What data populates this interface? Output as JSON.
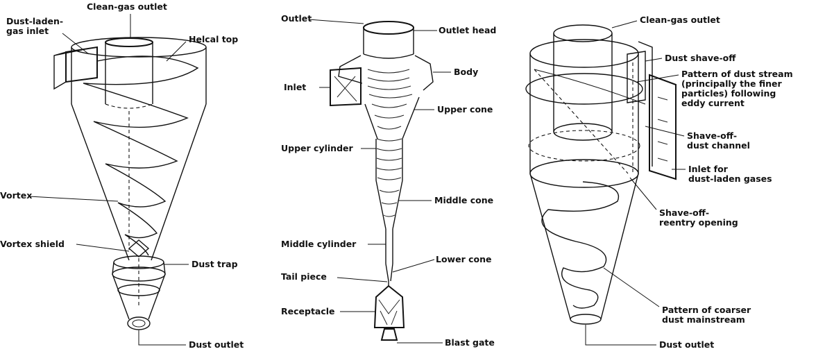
{
  "left": {
    "clean_gas_outlet": "Clean-gas outlet",
    "dust_laden_gas_inlet": "Dust-laden-\ngas inlet",
    "helical_top": "Helcal top",
    "vortex": "Vortex",
    "vortex_shield": "Vortex shield",
    "dust_trap": "Dust trap",
    "dust_outlet": "Dust outlet"
  },
  "middle": {
    "outlet": "Outlet",
    "outlet_head": "Outlet head",
    "body": "Body",
    "inlet": "Inlet",
    "upper_cone": "Upper cone",
    "upper_cylinder": "Upper cylinder",
    "middle_cone": "Middle cone",
    "middle_cylinder": "Middle cylinder",
    "lower_cone": "Lower cone",
    "tail_piece": "Tail piece",
    "receptacle": "Receptacle",
    "blast_gate": "Blast gate"
  },
  "right": {
    "clean_gas_outlet": "Clean-gas outlet",
    "dust_shave_off": "Dust shave-off",
    "pattern_fine": "Pattern of dust stream\n(principally the finer\nparticles) following\neddy current",
    "shave_off_channel": "Shave-off-\ndust channel",
    "inlet_dust_laden": "Inlet for\ndust-laden gases",
    "shave_off_reentry": "Shave-off-\nreentry opening",
    "pattern_coarse": "Pattern of coarser\ndust mainstream",
    "dust_outlet": "Dust outlet"
  }
}
